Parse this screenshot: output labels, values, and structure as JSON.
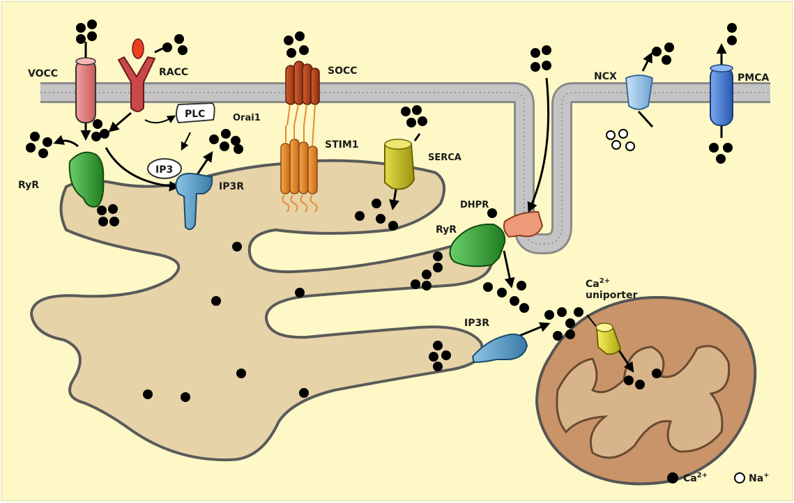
{
  "labels": {
    "vocc": "VOCC",
    "racc": "RACC",
    "socc": "SOCC",
    "ncx": "NCX",
    "pmca": "PMCA",
    "plc": "PLC",
    "orai1": "Orai1",
    "stim1": "STIM1",
    "serca": "SERCA",
    "ip3": "IP3",
    "ip3r_top": "IP3R",
    "ryr_left": "RyR",
    "dhpr": "DHPR",
    "ryr_right": "RyR",
    "ip3r_bottom": "IP3R",
    "ca_uniporter_line1": "Ca",
    "ca_uniporter_sup": "2+",
    "ca_uniporter_line2": "uniporter"
  },
  "legend": {
    "ca_label": "Ca",
    "ca_sup": "2+",
    "na_label": "Na",
    "na_sup": "+"
  },
  "colors": {
    "background": "#fdf8c6",
    "membrane": "#b8b8b8",
    "er_fill": "#e6d3a8",
    "mito_fill": "#c9946a",
    "mito_inner": "#d8b48a",
    "vocc": "#e88080",
    "racc": "#c94848",
    "socc": "#b8401e",
    "stim1": "#e88a2e",
    "serca": "#c8c020",
    "ncx": "#9cc8ea",
    "pmca": "#4a80d8",
    "ryr": "#3ea83e",
    "ip3r": "#5aa0c8",
    "dhpr": "#ec9a78",
    "uniporter": "#e8e020",
    "ion_ca": "#000000",
    "ion_na": "#ffffff"
  }
}
